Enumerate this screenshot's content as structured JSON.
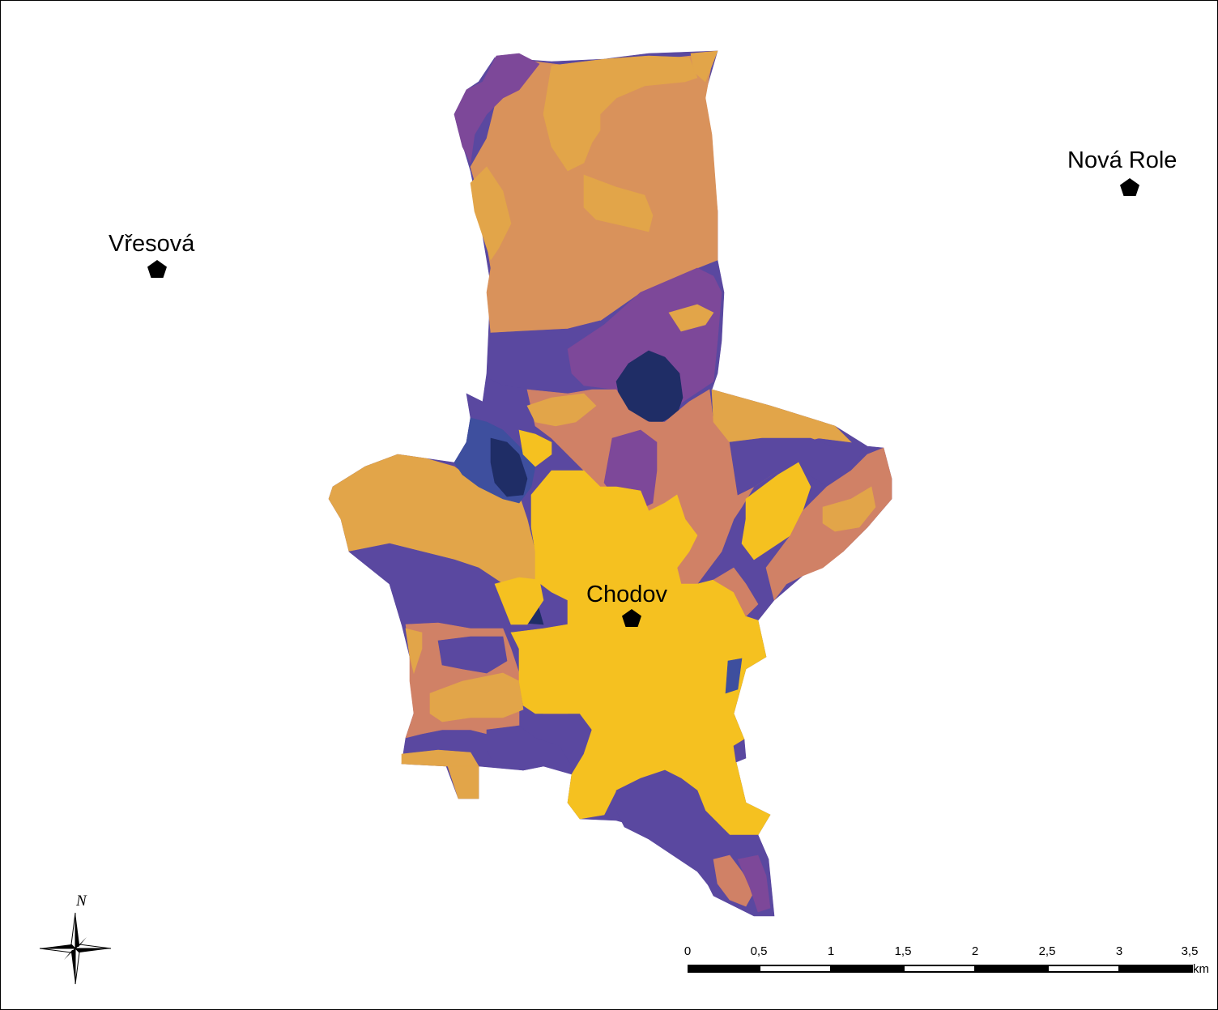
{
  "colors": {
    "yellow": "#f5c120",
    "light_orange": "#e2a549",
    "orange": "#d9925b",
    "salmon": "#d08166",
    "purple": "#7d4899",
    "indigo": "#5a48a0",
    "blue": "#3e4f9e",
    "navy": "#1f2d66"
  },
  "towns": [
    {
      "name": "Chodov",
      "icon": "pentagon-marker-icon"
    },
    {
      "name": "Vřesová",
      "icon": "pentagon-marker-icon"
    },
    {
      "name": "Nová Role",
      "icon": "pentagon-marker-icon"
    }
  ],
  "north_arrow": {
    "letter": "N",
    "icon": "compass-rose-icon"
  },
  "scale_bar": {
    "labels": [
      "0",
      "0,5",
      "1",
      "1,5",
      "2",
      "2,5",
      "3",
      "3,5"
    ],
    "unit": "km"
  }
}
